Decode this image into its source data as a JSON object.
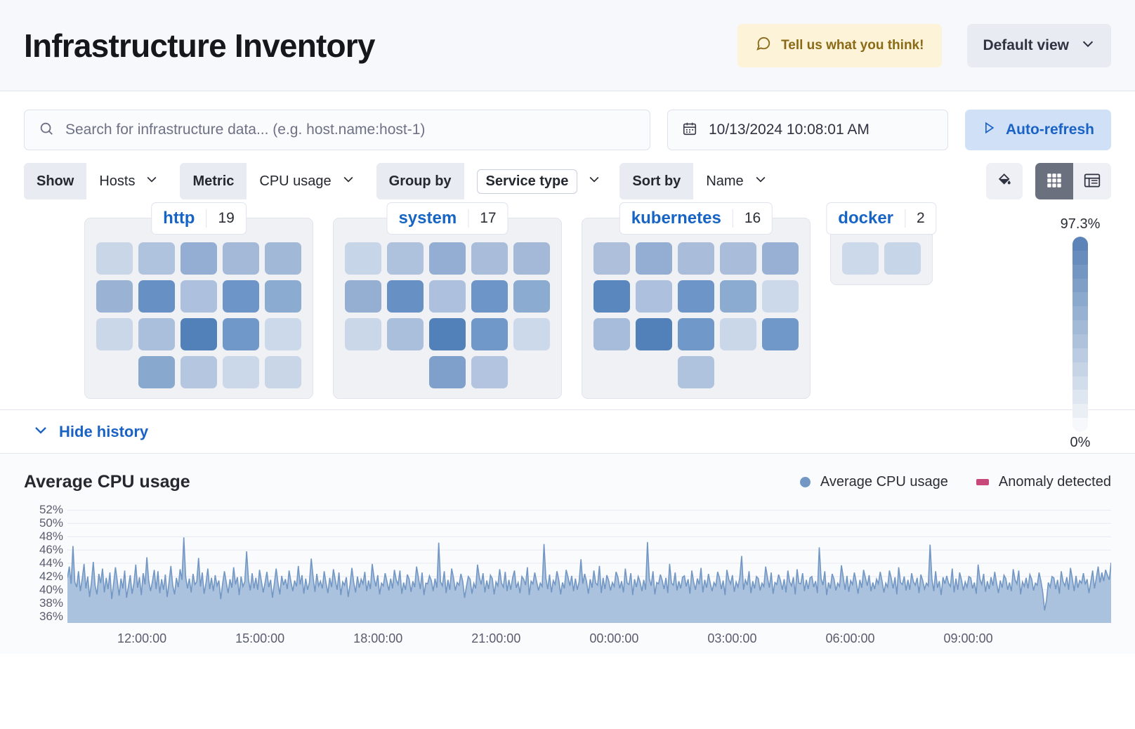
{
  "header": {
    "title": "Infrastructure Inventory",
    "feedback_label": "Tell us what you think!",
    "feedback_icon": "comment-icon",
    "view_label": "Default view",
    "view_icon": "chevron-down-icon"
  },
  "search": {
    "placeholder": "Search for infrastructure data... (e.g. host.name:host-1)",
    "icon": "search-icon",
    "date_value": "10/13/2024 10:08:01 AM",
    "date_icon": "calendar-icon",
    "refresh_label": "Auto-refresh",
    "refresh_icon": "play-icon"
  },
  "filters": [
    {
      "label": "Show",
      "value": "Hosts",
      "pill": false
    },
    {
      "label": "Metric",
      "value": "CPU usage",
      "pill": false
    },
    {
      "label": "Group by",
      "value": "Service type",
      "pill": true
    },
    {
      "label": "Sort by",
      "value": "Name",
      "pill": false
    }
  ],
  "view_tools": {
    "palette_icon": "paint-fill-icon",
    "grid_icon": "grid-view-icon",
    "table_icon": "table-view-icon",
    "active_view": "grid"
  },
  "legend_scale": {
    "max_label": "97.3%",
    "min_label": "0%",
    "color_max": "#5c84b8",
    "color_min": "#f6f8fb"
  },
  "groups": [
    {
      "name": "http",
      "count": "19",
      "rows": [
        [
          "#c8d6e8",
          "#b0c3de",
          "#93aed2",
          "#a4b9d8",
          "#a2b8d7"
        ],
        [
          "#9ab3d5",
          "#6791c5",
          "#adc0dd",
          "#6d95c7",
          "#8cabd0"
        ],
        [
          "#c9d7e9",
          "#aabfdb",
          "#5281b9",
          "#7099ca",
          "#ccd9ea"
        ],
        [
          "",
          "#89a8ce",
          "#b5c7e0",
          "#cbd8e9",
          "#c8d6e8"
        ]
      ]
    },
    {
      "name": "system",
      "count": "17",
      "rows": [
        [
          "#c6d5e8",
          "#aec2dd",
          "#93aed2",
          "#a9bddb",
          "#a4b9d8"
        ],
        [
          "#94afd2",
          "#6791c5",
          "#adc0dd",
          "#6d95c7",
          "#8cabd0"
        ],
        [
          "#c9d7e9",
          "#aabfdb",
          "#5281b9",
          "#7099ca",
          "#ccd9ea"
        ],
        [
          "",
          "",
          "#7ea0cb",
          "#b2c4df",
          ""
        ]
      ]
    },
    {
      "name": "kubernetes",
      "count": "16",
      "rows": [
        [
          "#aebfdb",
          "#93aed2",
          "#a9bddb",
          "#a9bddb",
          "#97b0d4"
        ],
        [
          "#5a87bd",
          "#adc0dd",
          "#6d95c7",
          "#8cabd0",
          "#ccd9ea"
        ],
        [
          "#a7bbda",
          "#5281b9",
          "#7099ca",
          "#c9d7e9",
          "#7099ca"
        ],
        [
          "",
          "",
          "#afc2de",
          "",
          ""
        ]
      ]
    },
    {
      "name": "docker",
      "count": "2",
      "rows": [
        [
          "#ccd9ea",
          "#c6d5e8"
        ]
      ]
    }
  ],
  "history": {
    "toggle_label": "Hide history",
    "toggle_icon": "chevron-down-icon"
  },
  "chart_data": {
    "type": "area",
    "title": "Average CPU usage",
    "xlabel": "",
    "ylabel": "",
    "grid": true,
    "legend_position": "top-right",
    "legend": [
      {
        "name": "Average CPU usage",
        "color": "#7397c4",
        "marker": "circle"
      },
      {
        "name": "Anomaly detected",
        "color": "#c8487c",
        "marker": "square"
      }
    ],
    "ylim": [
      35,
      53
    ],
    "yticks": [
      "52%",
      "50%",
      "48%",
      "46%",
      "44%",
      "42%",
      "40%",
      "38%",
      "36%"
    ],
    "ytick_values": [
      52,
      50,
      48,
      46,
      44,
      42,
      40,
      38,
      36
    ],
    "xticks": [
      "12:00:00",
      "15:00:00",
      "18:00:00",
      "21:00:00",
      "00:00:00",
      "03:00:00",
      "06:00:00",
      "09:00:00"
    ],
    "xtick_positions": [
      0.0714,
      0.1845,
      0.2976,
      0.4107,
      0.5238,
      0.6369,
      0.75,
      0.8631
    ],
    "series": [
      {
        "name": "Average CPU usage",
        "color": "#7397c4",
        "fill": "#aac2dd",
        "values": [
          41.8,
          43.5,
          40.9,
          46.6,
          41.2,
          40.4,
          42.8,
          39.8,
          41.6,
          43.9,
          40.2,
          42.0,
          38.9,
          41.1,
          44.2,
          40.6,
          39.3,
          42.4,
          41.0,
          43.2,
          39.6,
          41.8,
          40.1,
          42.6,
          38.6,
          40.9,
          43.4,
          41.3,
          39.1,
          41.7,
          40.2,
          42.9,
          38.8,
          40.5,
          42.2,
          39.4,
          41.0,
          43.8,
          40.3,
          41.9,
          39.2,
          42.5,
          40.8,
          44.9,
          41.4,
          39.8,
          41.2,
          43.0,
          40.1,
          42.8,
          39.5,
          41.6,
          40.0,
          42.3,
          38.9,
          41.1,
          43.6,
          40.7,
          39.3,
          41.8,
          40.4,
          43.1,
          41.5,
          47.9,
          42.0,
          40.2,
          41.7,
          39.6,
          42.4,
          40.8,
          41.2,
          44.8,
          40.5,
          42.6,
          39.4,
          41.0,
          43.2,
          40.1,
          41.8,
          39.8,
          42.2,
          40.6,
          41.4,
          38.6,
          40.9,
          42.8,
          41.1,
          39.5,
          41.6,
          40.3,
          43.4,
          40.8,
          41.9,
          39.2,
          42.0,
          40.5,
          41.2,
          45.8,
          41.6,
          39.9,
          42.5,
          40.2,
          41.8,
          40.0,
          43.0,
          41.3,
          39.6,
          41.1,
          42.7,
          40.4,
          41.5,
          38.8,
          40.9,
          43.2,
          41.0,
          39.3,
          42.1,
          40.7,
          41.6,
          40.1,
          42.9,
          41.2,
          39.8,
          41.4,
          40.5,
          43.6,
          40.8,
          42.2,
          39.4,
          41.7,
          40.0,
          41.1,
          44.7,
          41.9,
          39.7,
          42.4,
          40.6,
          41.3,
          40.2,
          42.8,
          41.0,
          39.5,
          41.8,
          40.4,
          43.1,
          41.5,
          40.0,
          42.6,
          39.2,
          41.2,
          40.7,
          41.9,
          38.9,
          40.8,
          43.3,
          41.1,
          39.6,
          42.0,
          40.3,
          41.6,
          40.9,
          42.7,
          39.8,
          41.4,
          40.1,
          43.9,
          41.8,
          40.5,
          42.2,
          39.3,
          41.0,
          40.6,
          42.5,
          41.2,
          39.9,
          41.7,
          40.2,
          43.0,
          41.5,
          40.8,
          42.9,
          39.4,
          41.1,
          40.0,
          42.3,
          41.6,
          39.7,
          41.3,
          40.4,
          43.5,
          41.9,
          40.1,
          42.6,
          39.2,
          41.0,
          40.9,
          42.1,
          41.4,
          39.8,
          41.7,
          40.3,
          47.1,
          41.2,
          40.6,
          42.8,
          39.5,
          41.5,
          40.0,
          43.2,
          41.8,
          39.9,
          41.1,
          40.7,
          42.4,
          41.3,
          38.8,
          40.5,
          42.0,
          41.6,
          39.4,
          41.0,
          40.2,
          43.8,
          41.9,
          40.8,
          42.5,
          39.6,
          41.4,
          40.1,
          42.2,
          41.7,
          39.3,
          41.2,
          40.6,
          43.1,
          41.0,
          40.4,
          42.7,
          39.8,
          41.5,
          40.0,
          41.8,
          42.9,
          40.3,
          41.1,
          39.5,
          42.0,
          41.6,
          40.7,
          43.4,
          39.2,
          41.3,
          40.9,
          42.6,
          41.2,
          39.9,
          41.0,
          40.5,
          46.9,
          41.8,
          40.1,
          42.3,
          39.6,
          41.4,
          40.8,
          42.8,
          41.5,
          39.3,
          41.1,
          40.2,
          43.0,
          41.9,
          40.6,
          42.1,
          39.8,
          41.7,
          40.0,
          41.2,
          44.6,
          40.9,
          42.4,
          41.3,
          39.4,
          41.6,
          40.3,
          42.9,
          41.0,
          40.7,
          43.6,
          39.5,
          41.8,
          40.1,
          42.2,
          41.4,
          39.9,
          41.1,
          40.5,
          42.7,
          41.9,
          40.2,
          41.3,
          39.6,
          43.2,
          41.0,
          40.8,
          42.5,
          39.2,
          41.6,
          40.4,
          42.0,
          41.2,
          39.8,
          41.5,
          40.0,
          47.2,
          41.7,
          40.6,
          42.8,
          39.3,
          41.1,
          40.9,
          42.3,
          41.4,
          40.1,
          41.8,
          39.5,
          43.9,
          41.0,
          40.7,
          42.6,
          39.9,
          41.3,
          40.2,
          41.9,
          42.1,
          40.5,
          41.6,
          39.4,
          42.9,
          41.2,
          40.0,
          41.7,
          40.8,
          43.3,
          39.6,
          41.5,
          40.3,
          42.4,
          41.0,
          39.8,
          41.1,
          40.6,
          42.7,
          41.8,
          40.1,
          41.4,
          39.2,
          43.0,
          41.6,
          40.9,
          42.2,
          39.7,
          41.2,
          40.4,
          41.9,
          45.1,
          40.0,
          41.5,
          40.7,
          42.8,
          39.5,
          41.3,
          40.2,
          42.0,
          41.7,
          39.9,
          41.0,
          40.5,
          43.5,
          41.8,
          40.3,
          42.6,
          39.4,
          41.1,
          40.8,
          42.3,
          41.4,
          40.0,
          41.6,
          39.6,
          42.9,
          41.2,
          40.6,
          41.9,
          39.3,
          43.1,
          41.0,
          40.9,
          42.5,
          39.8,
          41.5,
          40.1,
          41.8,
          42.0,
          40.4,
          41.3,
          39.5,
          46.4,
          41.7,
          40.7,
          42.8,
          39.2,
          41.1,
          40.2,
          42.4,
          41.6,
          39.9,
          41.0,
          40.5,
          43.7,
          41.9,
          40.0,
          42.1,
          39.7,
          41.4,
          40.8,
          42.6,
          41.2,
          39.4,
          41.5,
          40.3,
          43.0,
          41.8,
          40.6,
          42.2,
          39.8,
          41.1,
          40.1,
          41.6,
          40.9,
          42.7,
          41.3,
          39.6,
          41.0,
          40.4,
          42.9,
          41.7,
          40.2,
          41.9,
          39.3,
          43.4,
          41.1,
          40.8,
          42.0,
          39.9,
          41.5,
          40.0,
          42.5,
          41.2,
          40.7,
          41.8,
          39.5,
          42.3,
          41.4,
          40.1,
          41.0,
          40.6,
          46.8,
          41.6,
          39.8,
          42.8,
          40.3,
          41.3,
          39.2,
          41.9,
          40.9,
          42.1,
          41.0,
          40.5,
          43.2,
          39.6,
          41.7,
          40.0,
          42.6,
          41.5,
          39.9,
          41.2,
          40.4,
          42.0,
          41.8,
          40.2,
          41.1,
          39.4,
          43.8,
          41.6,
          40.8,
          42.4,
          39.7,
          41.3,
          40.1,
          41.9,
          40.6,
          42.7,
          41.0,
          39.5,
          41.4,
          40.3,
          42.2,
          41.7,
          40.0,
          41.1,
          39.8,
          43.1,
          41.5,
          40.9,
          42.9,
          39.3,
          41.2,
          40.5,
          41.8,
          40.2,
          42.3,
          41.6,
          39.9,
          41.0,
          40.7,
          42.6,
          41.3,
          39.6,
          36.9,
          38.4,
          41.1,
          40.4,
          42.0,
          41.8,
          40.1,
          41.5,
          39.4,
          42.8,
          41.2,
          40.6,
          41.9,
          40.0,
          43.3,
          41.7,
          39.8,
          42.1,
          40.3,
          41.4,
          41.0,
          42.5,
          40.8,
          41.6,
          39.5,
          41.2,
          42.9,
          40.2,
          41.8,
          43.5,
          41.1,
          42.6,
          41.3,
          43.0,
          42.2,
          41.5,
          44.1
        ]
      }
    ]
  }
}
